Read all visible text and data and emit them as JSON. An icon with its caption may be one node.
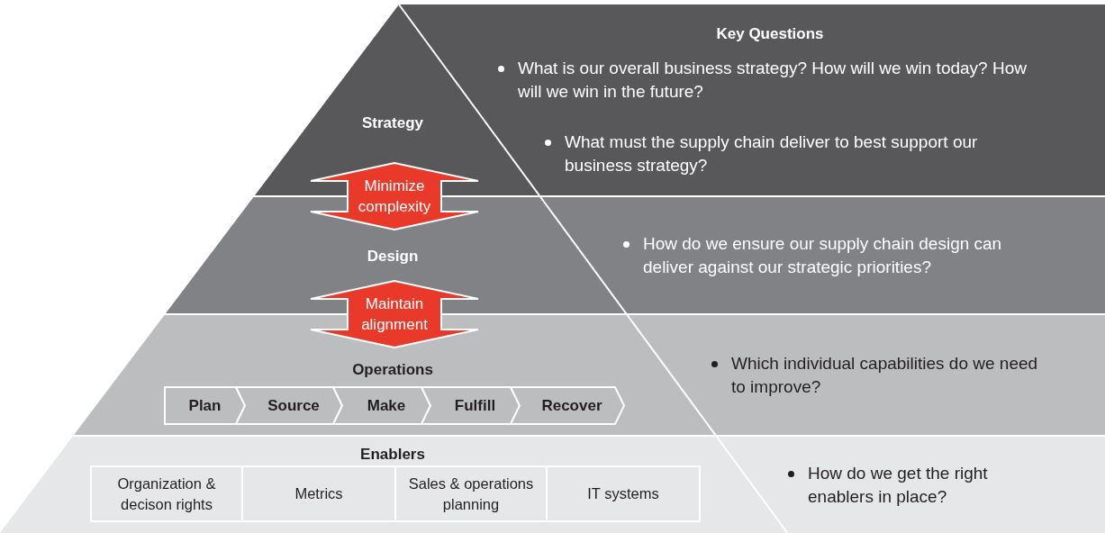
{
  "diagram": {
    "nodes": [
      {
        "text": [
          "Strategy"
        ]
      },
      {
        "text": [
          "Design"
        ]
      },
      {
        "text": [
          "Operations"
        ]
      },
      {
        "text": [
          "Plan"
        ],
        "in": 2
      },
      {
        "text": [
          "Source"
        ],
        "in": 2
      },
      {
        "text": [
          "Make"
        ],
        "in": 2
      },
      {
        "text": [
          "Fulfill"
        ],
        "in": 2
      },
      {
        "text": [
          "Recover"
        ],
        "in": 2
      },
      {
        "text": [
          "Enablers"
        ]
      },
      {
        "text": [
          "Organization & decison rights"
        ],
        "in": 8
      },
      {
        "text": [
          "Metrics"
        ],
        "in": 8
      },
      {
        "text": [
          "Sales & operations planning"
        ],
        "in": 8
      },
      {
        "text": [
          "IT systems"
        ],
        "in": 8
      }
    ],
    "edges": [
      {
        "from": 0,
        "to": 1,
        "arrow": "both",
        "label": "Minimize complexity",
        "style": "thick",
        "color": "#e8392b"
      },
      {
        "from": 1,
        "to": 2,
        "arrow": "both",
        "label": "Maintain alignment",
        "style": "thick",
        "color": "#e8392b"
      }
    ],
    "labels": [
      "Key Questions",
      "What is our overall business strategy? How will we win today? How will we win in the future?",
      "What must the supply chain deliver to best support our business strategy?",
      "How do we ensure our supply chain design can deliver against our strategic priorities?",
      "Which individual capabilities do we need to improve?",
      "How do we get the right enablers in place?"
    ]
  }
}
